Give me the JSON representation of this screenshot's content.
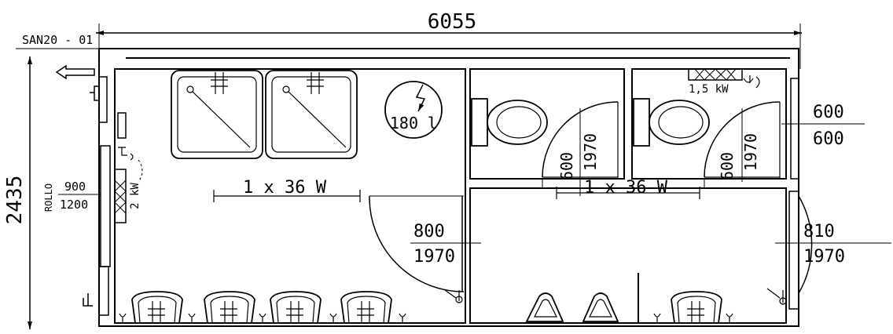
{
  "drawing": {
    "code": "SAN20 - 01",
    "overall_width": "6055",
    "overall_height": "2435",
    "blind_label": "ROLLO",
    "window_left": {
      "width": "900",
      "height": "1200"
    },
    "window_right": {
      "width": "600",
      "height": "600"
    },
    "heater_main": "2 kW",
    "heater_wc": "1,5 kW",
    "boiler_volume": "180 l",
    "light_main": "1 x 36 W",
    "light_urinal": "1 x 36 W",
    "door_main": {
      "width": "800",
      "height": "1970"
    },
    "door_right": {
      "width": "810",
      "height": "1970"
    },
    "door_wc1": {
      "width": "600",
      "height": "1970"
    },
    "door_wc2": {
      "width": "600",
      "height": "1970"
    },
    "colors": {
      "line": "#000000",
      "background": "#ffffff"
    }
  }
}
